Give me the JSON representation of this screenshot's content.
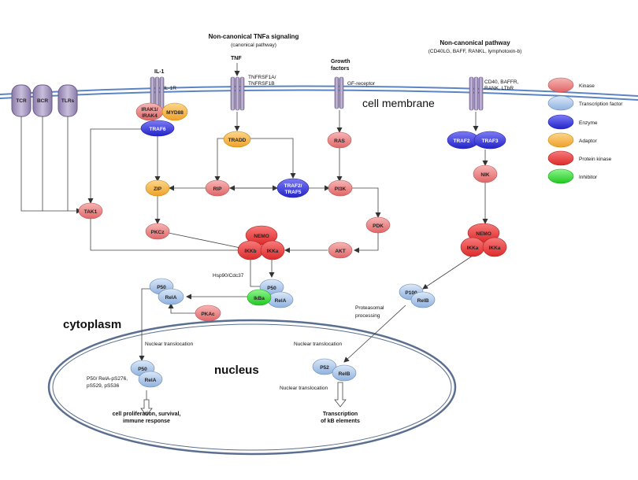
{
  "headings": {
    "noncanonical_tnfa": "Non-canonical TNFa signaling",
    "noncanonical_tnfa_sub": "(canonical pathway)",
    "noncanonical_pathway": "Non-canonical pathway",
    "noncanonical_pathway_sub": "(CD40LG, BAFF, RANKL, lymphotoxin-b)",
    "cell_membrane": "cell membrane",
    "cytoplasm": "cytoplasm",
    "nucleus": "nucleus"
  },
  "ligands": {
    "il1": "IL-1",
    "tnf": "TNF",
    "growth1": "Growth",
    "growth2": "factors"
  },
  "receptor_labels": {
    "il1r": "IL-1R",
    "tnfr1": "TNFRSF1A/",
    "tnfr2": "TNFRSF1B",
    "gf": "GF-receptor",
    "cd40_1": "CD40, BAFFR,",
    "cd40_2": "RANK, LTbR"
  },
  "receptors": {
    "tcr": "TCR",
    "bcr": "BCR",
    "tlrs": "TLRs"
  },
  "nodes": {
    "irak1": "IRAK1/",
    "irak4": "IRAK4",
    "myd88": "MYD88",
    "traf6": "TRAF6",
    "tradd": "TRADD",
    "ras": "RAS",
    "traf2_r": "TRAF2",
    "traf3_r": "TRAF3",
    "zip": "ZIP",
    "rip": "RIP",
    "traf2_5a": "TRAF2/",
    "traf2_5b": "TRAF5",
    "pi3k": "PI3K",
    "nik": "NIK",
    "tak1": "TAK1",
    "pdk": "PDK",
    "pkcz": "PKCz",
    "nemo1": "NEMO",
    "ikkb": "IKKb",
    "ikka1": "IKKa",
    "akt": "AKT",
    "nemo2": "NEMO",
    "ikka2": "IKKa",
    "ikka3": "IKKa",
    "p50_a": "P50",
    "rela_a": "RelA",
    "ikba": "IkBa",
    "p50_b": "P50",
    "rela_b": "RelA",
    "pkac": "PKAc",
    "p100": "P100",
    "relb_a": "RelB",
    "p50_c": "P50",
    "rela_c": "RelA",
    "p52": "P52",
    "relb_b": "RelB"
  },
  "annotations": {
    "hsp90": "Hsp90/Cdc37",
    "proteasomal1": "Proteasomal",
    "proteasomal2": "processing",
    "nuc_trans_left": "Nuclear translocation",
    "nuc_trans_right": "Nuclear translocation",
    "nuc_trans_bottom": "Nuclear translocation",
    "p50_rela_mod1": "P50/ RelA-pS276,",
    "p50_rela_mod2": "pS529, pS536",
    "outcome_left1": "cell proliferation, survival,",
    "outcome_left2": "immune response",
    "outcome_right1": "Transcription",
    "outcome_right2": "of kB elements"
  },
  "legend": [
    {
      "label": "Kinase",
      "color": "#e8787a"
    },
    {
      "label": "Transcription factor",
      "color": "#9dbde6"
    },
    {
      "label": "Enzyme",
      "color": "#3a3ad8"
    },
    {
      "label": "Adaptor",
      "color": "#f5b443"
    },
    {
      "label": "Protein kinase",
      "color": "#ee3b3b"
    },
    {
      "label": "Inhibitor",
      "color": "#33dd33"
    }
  ]
}
